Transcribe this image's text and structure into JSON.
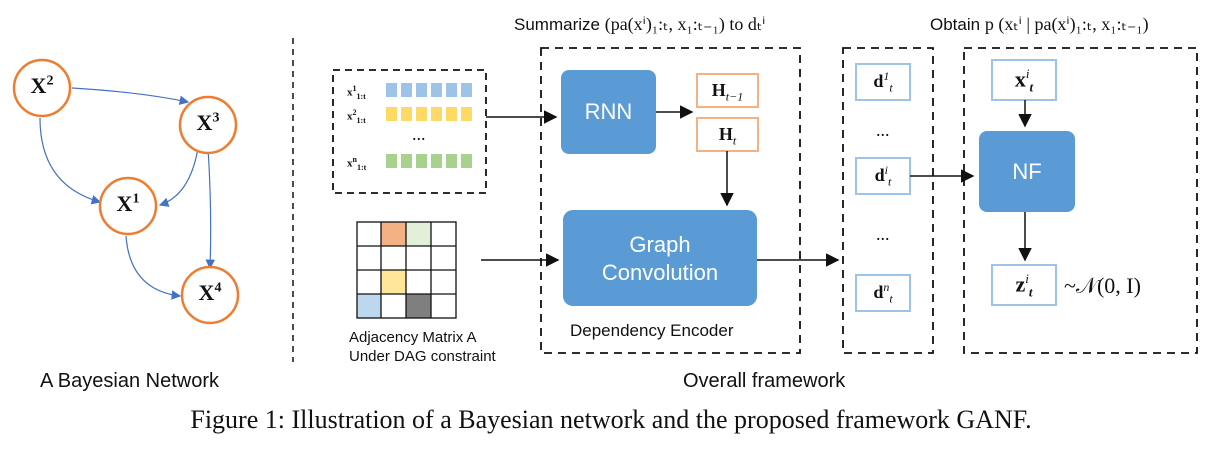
{
  "bayes": {
    "nodes": [
      {
        "name": "X",
        "sup": "2"
      },
      {
        "name": "X",
        "sup": "3"
      },
      {
        "name": "X",
        "sup": "1"
      },
      {
        "name": "X",
        "sup": "4"
      }
    ],
    "label": "A Bayesian Network"
  },
  "inputs": {
    "rows": [
      {
        "base": "x",
        "sup": "1",
        "sub": "1:t"
      },
      {
        "base": "x",
        "sup": "2",
        "sub": "1:t"
      },
      {
        "base": "x",
        "sup": "n",
        "sub": "1:t"
      }
    ],
    "dots": "..."
  },
  "adjacency": {
    "label_line1": "Adjacency Matrix A",
    "label_line2": "Under DAG constraint"
  },
  "encoder": {
    "summarize_prefix": "Summarize",
    "summarize_expr": "(pa(xⁱ)₁:ₜ, x₁:ₜ₋₁) to dₜⁱ",
    "rnn": "RNN",
    "h_prev": "H",
    "h_prev_sub": "t−1",
    "h_t": "H",
    "h_t_sub": "t",
    "graph_conv_line1": "Graph",
    "graph_conv_line2": "Convolution",
    "label": "Dependency Encoder"
  },
  "d_column": {
    "d1": {
      "sup": "1",
      "sub": "t"
    },
    "di": {
      "sup": "i",
      "sub": "t"
    },
    "dn": {
      "sup": "n",
      "sub": "t"
    },
    "dots": "..."
  },
  "flow": {
    "obtain_prefix": "Obtain",
    "obtain_expr": "p (xₜⁱ | pa(xⁱ)₁:ₜ, x₁:ₜ₋₁)",
    "x_sup": "i",
    "x_sub": "t",
    "nf": "NF",
    "z_sup": "i",
    "z_sub": "t",
    "dist": "~𝒩(0, I)"
  },
  "overall_label": "Overall framework",
  "caption": "Figure 1: Illustration of a Bayesian network and the proposed framework GANF.",
  "colors": {
    "node_orange": "#ed7d31",
    "box_blue": "#5b9bd5",
    "light_blue": "#9dc3e6",
    "light_yellow": "#ffd966",
    "light_green": "#a9d18e",
    "salmon": "#f4b183",
    "pale_green": "#e2f0d9",
    "dark_gray": "#7f7f7f"
  }
}
